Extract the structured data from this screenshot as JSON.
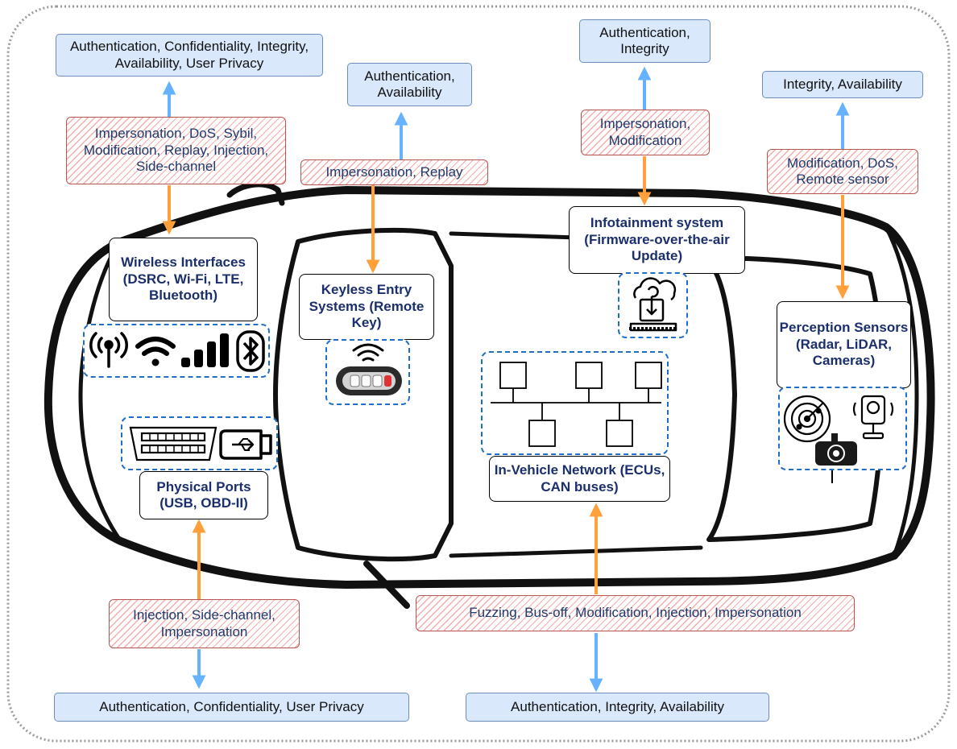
{
  "colors": {
    "requirement_fill": "#dae8fc",
    "requirement_border": "#6c8ebf",
    "attack_hatch": "#ea6b66",
    "attack_border": "#b85450",
    "component_text": "#1a2f6b",
    "group_dash": "#1f6fc4",
    "arrow_blue": "#66b2ff",
    "arrow_orange": "#ffa03a"
  },
  "requirements": {
    "wireless": "Authentication, Confidentiality, Integrity, Availability, User Privacy",
    "keyless": "Authentication, Availability",
    "infotainment": "Authentication, Integrity",
    "perception": "Integrity, Availability",
    "physical": "Authentication, Confidentiality, User Privacy",
    "network": "Authentication, Integrity, Availability"
  },
  "attacks": {
    "wireless": "Impersonation, DoS, Sybil, Modification, Replay, Injection, Side-channel",
    "keyless": "Impersonation, Replay",
    "infotainment": "Impersonation, Modification",
    "perception": "Modification, DoS, Remote sensor",
    "physical": "Injection, Side-channel, Impersonation",
    "network": "Fuzzing, Bus-off, Modification, Injection, Impersonation"
  },
  "components": {
    "wireless": "Wireless Interfaces (DSRC, Wi-Fi, LTE, Bluetooth)",
    "keyless": "Keyless Entry Systems (Remote Key)",
    "infotainment": "Infotainment system (Firmware-over-the-air Update)",
    "perception": "Perception Sensors (Radar, LiDAR, Cameras)",
    "physical": "Physical Ports (USB, OBD-II)",
    "network": "In-Vehicle Network (ECUs, CAN buses)"
  },
  "icons": {
    "wireless": [
      "antenna-icon",
      "wifi-icon",
      "signal-bars-icon",
      "bluetooth-icon"
    ],
    "keyless": [
      "key-fob-icon"
    ],
    "infotainment": [
      "cloud-update-icon"
    ],
    "perception": [
      "radar-icon",
      "camera-icon",
      "dashcam-icon"
    ],
    "physical": [
      "obd-port-icon",
      "usb-icon"
    ],
    "network": [
      "ecu-bus-icon"
    ]
  }
}
